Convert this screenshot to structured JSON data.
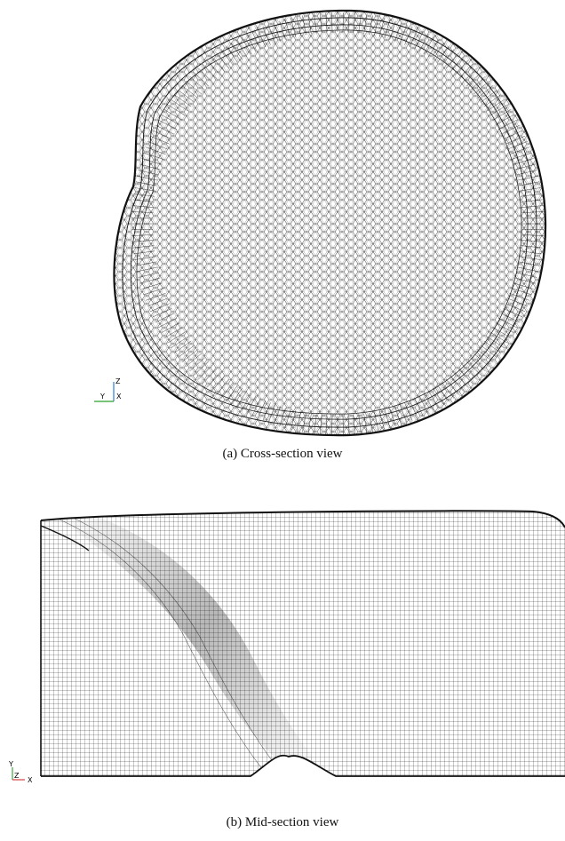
{
  "figure": {
    "panel_a": {
      "caption": "(a) Cross-section view",
      "triad": {
        "up": "Z",
        "left": "Y",
        "out": "X"
      }
    },
    "panel_b": {
      "caption": "(b) Mid-section view",
      "triad": {
        "up": "Y",
        "out": "Z",
        "right": "X"
      }
    }
  },
  "colors": {
    "mesh": "#111111",
    "axis_z": "#2f7fd0",
    "axis_y": "#2aa02a",
    "axis_x": "#d03030"
  }
}
